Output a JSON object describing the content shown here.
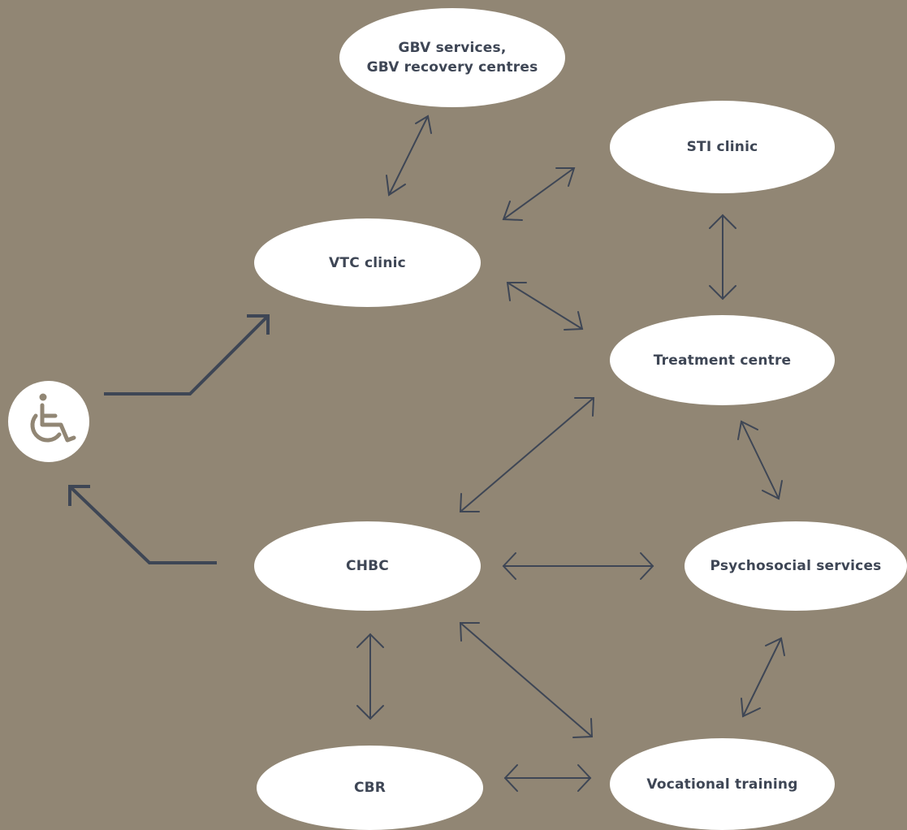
{
  "colors": {
    "background": "#918674",
    "node_fill": "#ffffff",
    "text": "#3e4655",
    "arrow": "#3e4655",
    "icon": "#918674"
  },
  "icons": {
    "person": "wheelchair-icon"
  },
  "nodes": {
    "gbv": {
      "line1": "GBV services,",
      "line2": "GBV recovery centres"
    },
    "sti": {
      "label": "STI clinic"
    },
    "vtc": {
      "label": "VTC clinic"
    },
    "treatment": {
      "label": "Treatment centre"
    },
    "chbc": {
      "label": "CHBC"
    },
    "psychosocial": {
      "label": "Psychosocial services"
    },
    "cbr": {
      "label": "CBR"
    },
    "vocational": {
      "label": "Vocational training"
    }
  },
  "connections": [
    {
      "from": "vtc",
      "to": "gbv",
      "type": "bidirectional"
    },
    {
      "from": "vtc",
      "to": "sti",
      "type": "bidirectional"
    },
    {
      "from": "vtc",
      "to": "treatment",
      "type": "bidirectional"
    },
    {
      "from": "sti",
      "to": "treatment",
      "type": "bidirectional"
    },
    {
      "from": "treatment",
      "to": "chbc",
      "type": "bidirectional"
    },
    {
      "from": "treatment",
      "to": "psychosocial",
      "type": "bidirectional"
    },
    {
      "from": "chbc",
      "to": "psychosocial",
      "type": "bidirectional"
    },
    {
      "from": "chbc",
      "to": "cbr",
      "type": "bidirectional"
    },
    {
      "from": "chbc",
      "to": "vocational",
      "type": "bidirectional"
    },
    {
      "from": "psychosocial",
      "to": "vocational",
      "type": "bidirectional"
    },
    {
      "from": "cbr",
      "to": "vocational",
      "type": "bidirectional"
    },
    {
      "from": "person",
      "to": "vtc",
      "type": "one-way"
    },
    {
      "from": "chbc",
      "to": "person",
      "type": "one-way"
    }
  ]
}
